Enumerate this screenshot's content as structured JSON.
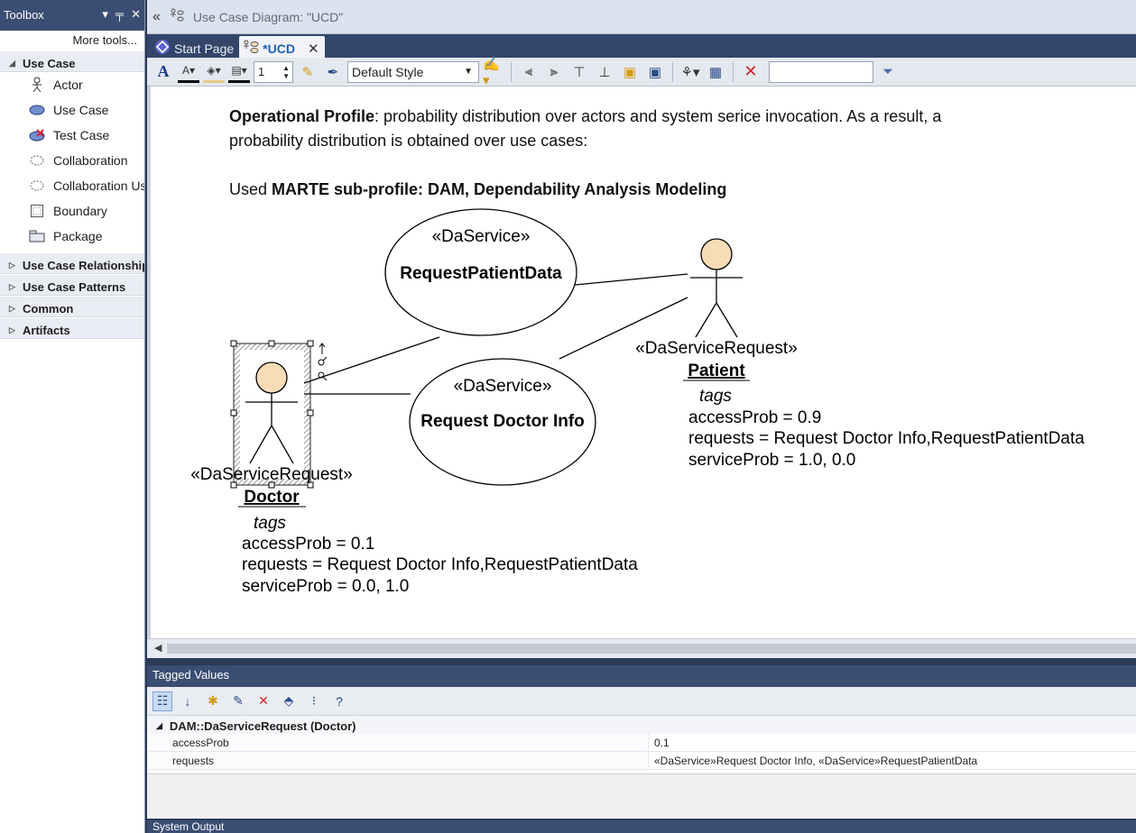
{
  "toolbox": {
    "title": "Toolbox",
    "more_tools": "More tools...",
    "groups": [
      {
        "label": "Use Case",
        "expanded": true
      },
      {
        "label": "Use Case Relationships"
      },
      {
        "label": "Use Case Patterns"
      },
      {
        "label": "Common"
      },
      {
        "label": "Artifacts"
      }
    ],
    "items": [
      {
        "label": "Actor",
        "icon": "actor-icon"
      },
      {
        "label": "Use Case",
        "icon": "use-case-icon"
      },
      {
        "label": "Test Case",
        "icon": "test-case-icon"
      },
      {
        "label": "Collaboration",
        "icon": "collaboration-icon"
      },
      {
        "label": "Collaboration Use",
        "icon": "collaboration-use-icon"
      },
      {
        "label": "Boundary",
        "icon": "boundary-icon"
      },
      {
        "label": "Package",
        "icon": "package-icon"
      }
    ]
  },
  "window": {
    "diagram_title": "Use Case Diagram: \"UCD\"",
    "tabs": [
      {
        "label": "Start Page"
      },
      {
        "label": "*UCD"
      }
    ],
    "toolbar": {
      "line_width": "1",
      "style": "Default Style"
    }
  },
  "diagram": {
    "note_profile_bold": "Operational Profile",
    "note_profile_rest": ": probability distribution over actors and system serice invocation. As a result, a",
    "note_profile_line2": "probability distribution is obtained over use cases:",
    "note_used": "Used ",
    "note_marte": "MARTE sub-profile",
    "note_dam": ": DAM, Dependability Analysis Modeling",
    "usecases": [
      {
        "stereotype": "«DaService»",
        "name": "RequestPatientData"
      },
      {
        "stereotype": "«DaService»",
        "name": "Request Doctor Info"
      }
    ],
    "actors": [
      {
        "stereotype": "«DaServiceRequest»",
        "name": "Doctor",
        "tags_label": "tags",
        "tags": [
          "accessProb = 0.1",
          "requests = Request Doctor Info,RequestPatientData",
          "serviceProb = 0.0, 1.0"
        ]
      },
      {
        "stereotype": "«DaServiceRequest»",
        "name": "Patient",
        "tags_label": "tags",
        "tags": [
          "accessProb = 0.9",
          "requests = Request Doctor Info,RequestPatientData",
          "serviceProb = 1.0, 0.0"
        ]
      }
    ],
    "colors": {
      "actor_head": "#f8dcb8",
      "accent": "#1f5fb0"
    }
  },
  "tagged_values": {
    "title": "Tagged Values",
    "group": "DAM::DaServiceRequest (Doctor)",
    "rows": [
      {
        "key": "accessProb",
        "value": "0.1"
      },
      {
        "key": "requests",
        "value": "«DaService»Request Doctor Info, «DaService»RequestPatientData"
      }
    ]
  },
  "system_output": {
    "title": "System Output"
  }
}
